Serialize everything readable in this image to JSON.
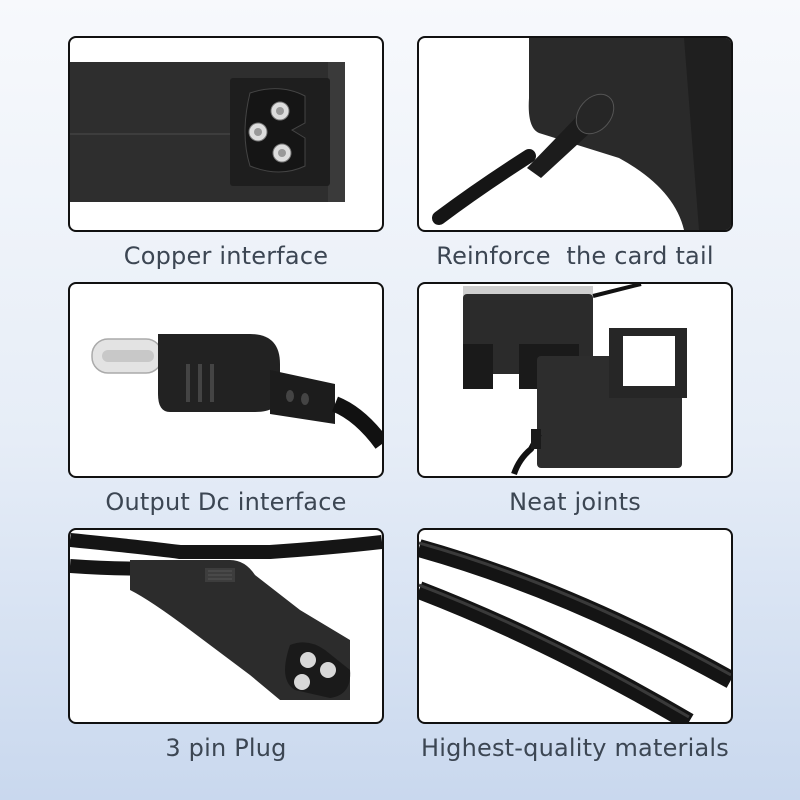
{
  "panels": [
    {
      "caption": "Copper interface"
    },
    {
      "caption": "Reinforce  the card tail"
    },
    {
      "caption": "Output Dc interface"
    },
    {
      "caption": "Neat joints"
    },
    {
      "caption": "3 pin Plug"
    },
    {
      "caption": "Highest-quality materials"
    }
  ]
}
